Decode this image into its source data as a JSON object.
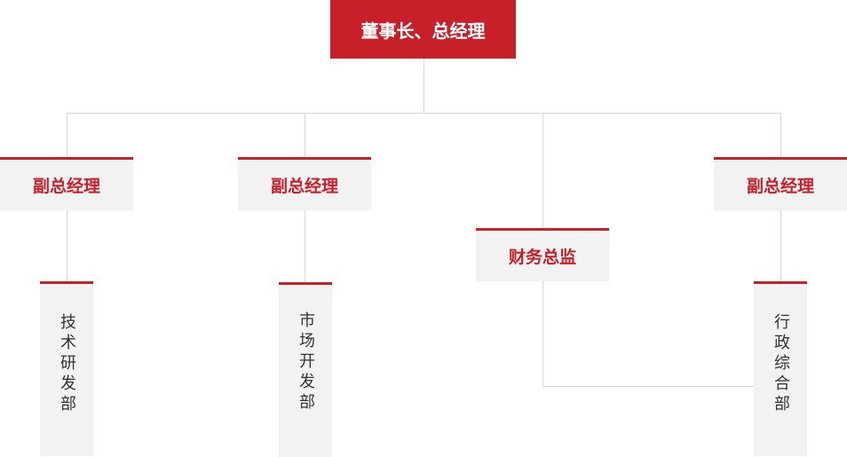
{
  "colors": {
    "accent": "#c8202b",
    "box_bg": "#f2f2f2",
    "line": "#d9d9d9",
    "dept_text": "#333333"
  },
  "top": {
    "label": "董事长、总经理"
  },
  "branches": [
    {
      "label": "副总经理",
      "dept": "技术研发部"
    },
    {
      "label": "副总经理",
      "dept": "市场开发部"
    },
    {
      "label": "财务总监"
    },
    {
      "label": "副总经理",
      "dept": "行政综合部"
    }
  ]
}
